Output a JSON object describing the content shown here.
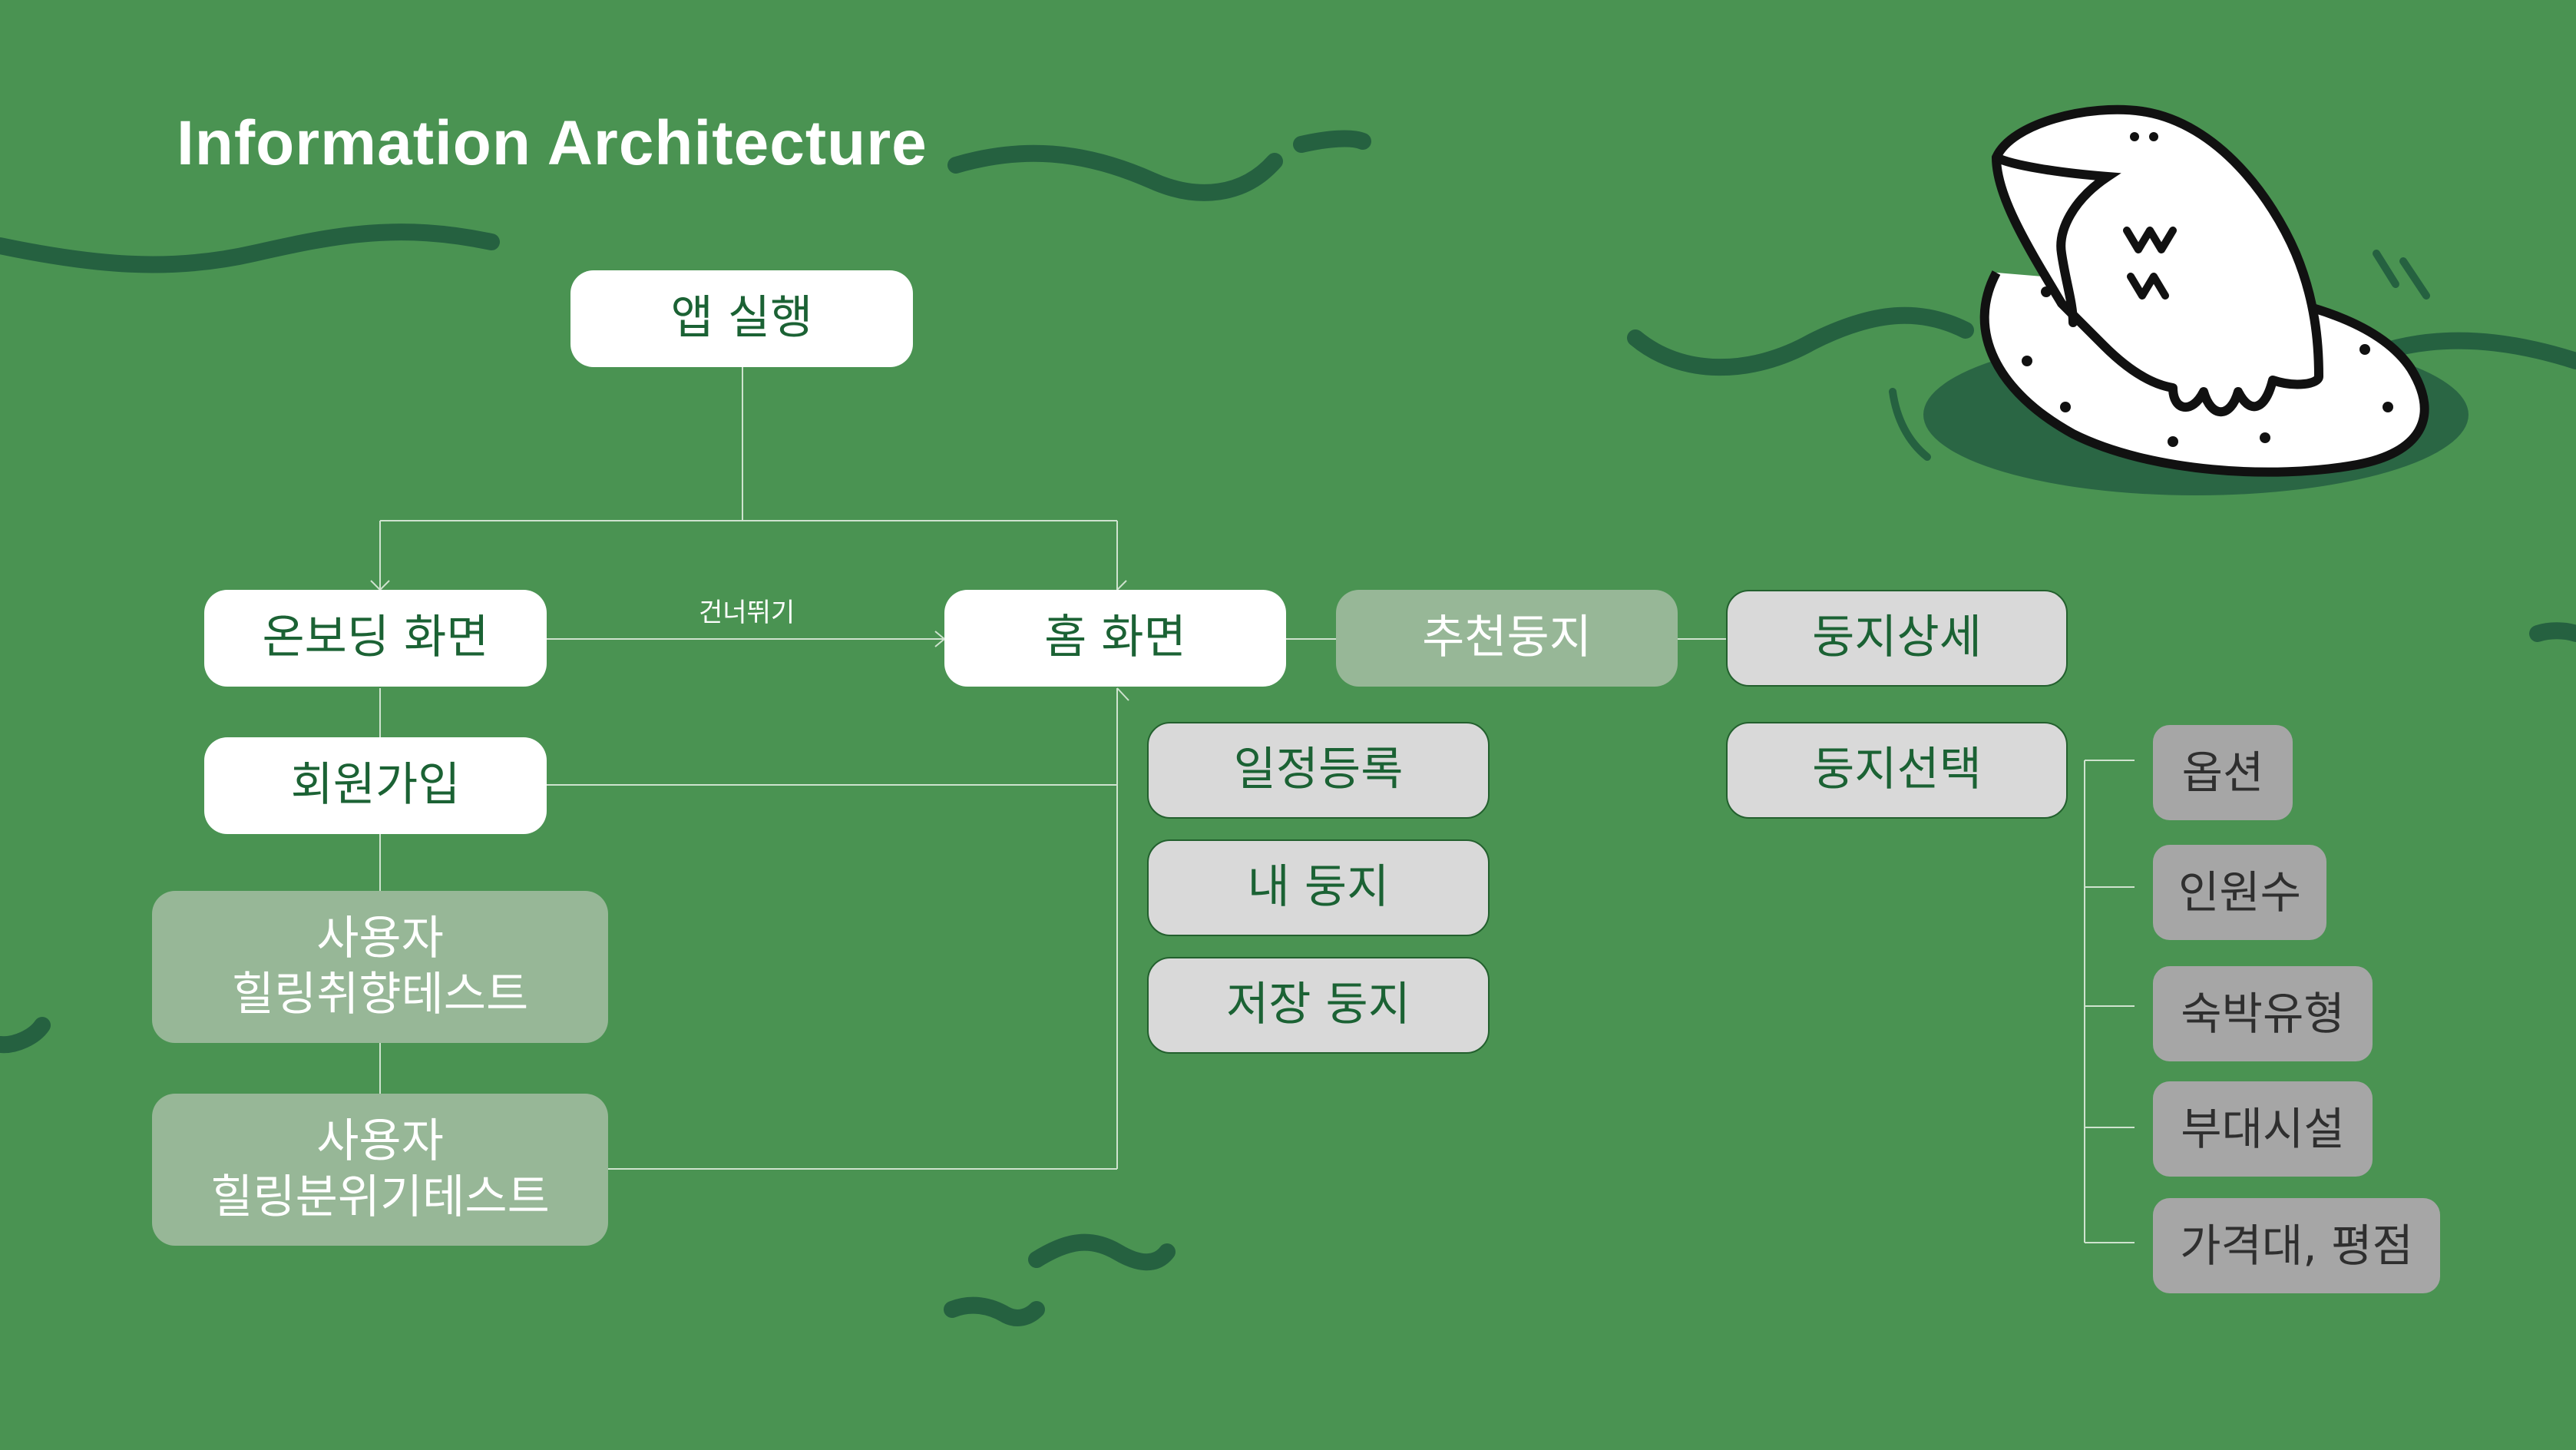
{
  "title": "Information Architecture",
  "edge_label": "건너뛰기",
  "nodes": {
    "app_launch": "앱 실행",
    "onboarding": "온보딩 화면",
    "signup": "회원가입",
    "test1": [
      "사용자",
      "힐링취향테스트"
    ],
    "test2": [
      "사용자",
      "힐링분위기테스트"
    ],
    "home": "홈 화면",
    "recommend": "추천둥지",
    "schedule": "일정등록",
    "my_nest": "내 둥지",
    "saved_nest": "저장 둥지",
    "nest_detail": "둥지상세",
    "nest_select": "둥지선택",
    "options": [
      "옵션",
      "인원수",
      "숙박유형",
      "부대시설",
      "가격대, 평점"
    ]
  },
  "colors": {
    "background": "#4a9352",
    "node_white": "#ffffff",
    "node_sage": "#97b797",
    "node_light": "#d9d9d9",
    "node_gray": "#a6a6a6",
    "text_green": "#1b6234",
    "wave": "#256140",
    "connector": "#cfe3cf"
  }
}
